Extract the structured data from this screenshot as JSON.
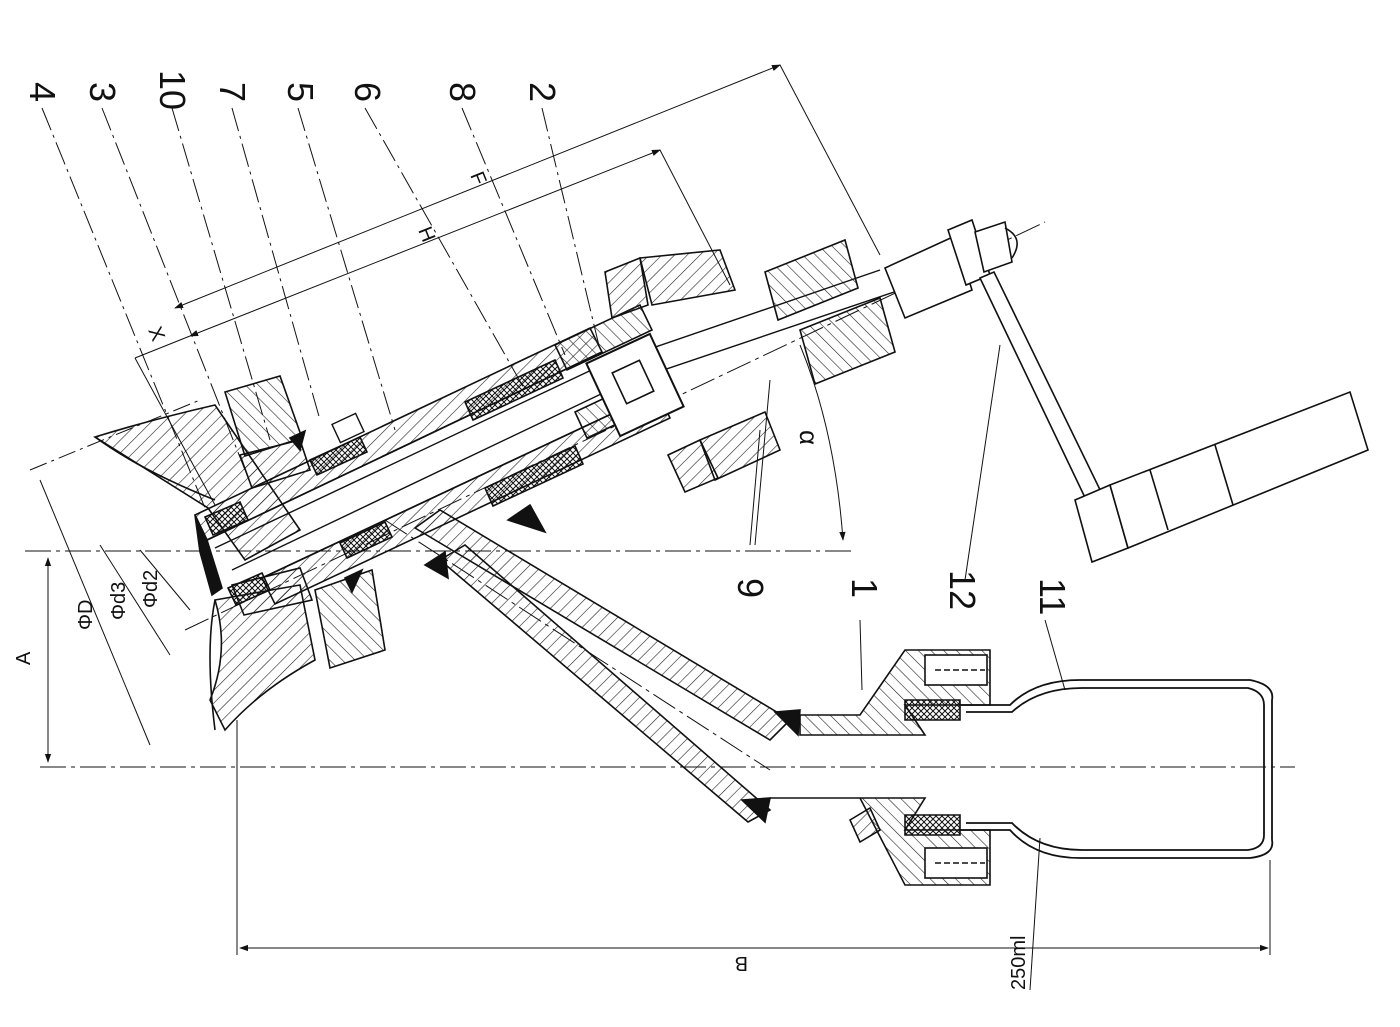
{
  "callouts": [
    "4",
    "3",
    "10",
    "7",
    "5",
    "6",
    "8",
    "2",
    "9",
    "1",
    "12",
    "11"
  ],
  "dimensions": {
    "F": "F",
    "H": "H",
    "X": "X",
    "alpha": "α",
    "A": "A",
    "phiD": "ΦD",
    "phid3": "Φd3",
    "phid2": "Φd2",
    "B": "B",
    "volume": "250ml"
  }
}
